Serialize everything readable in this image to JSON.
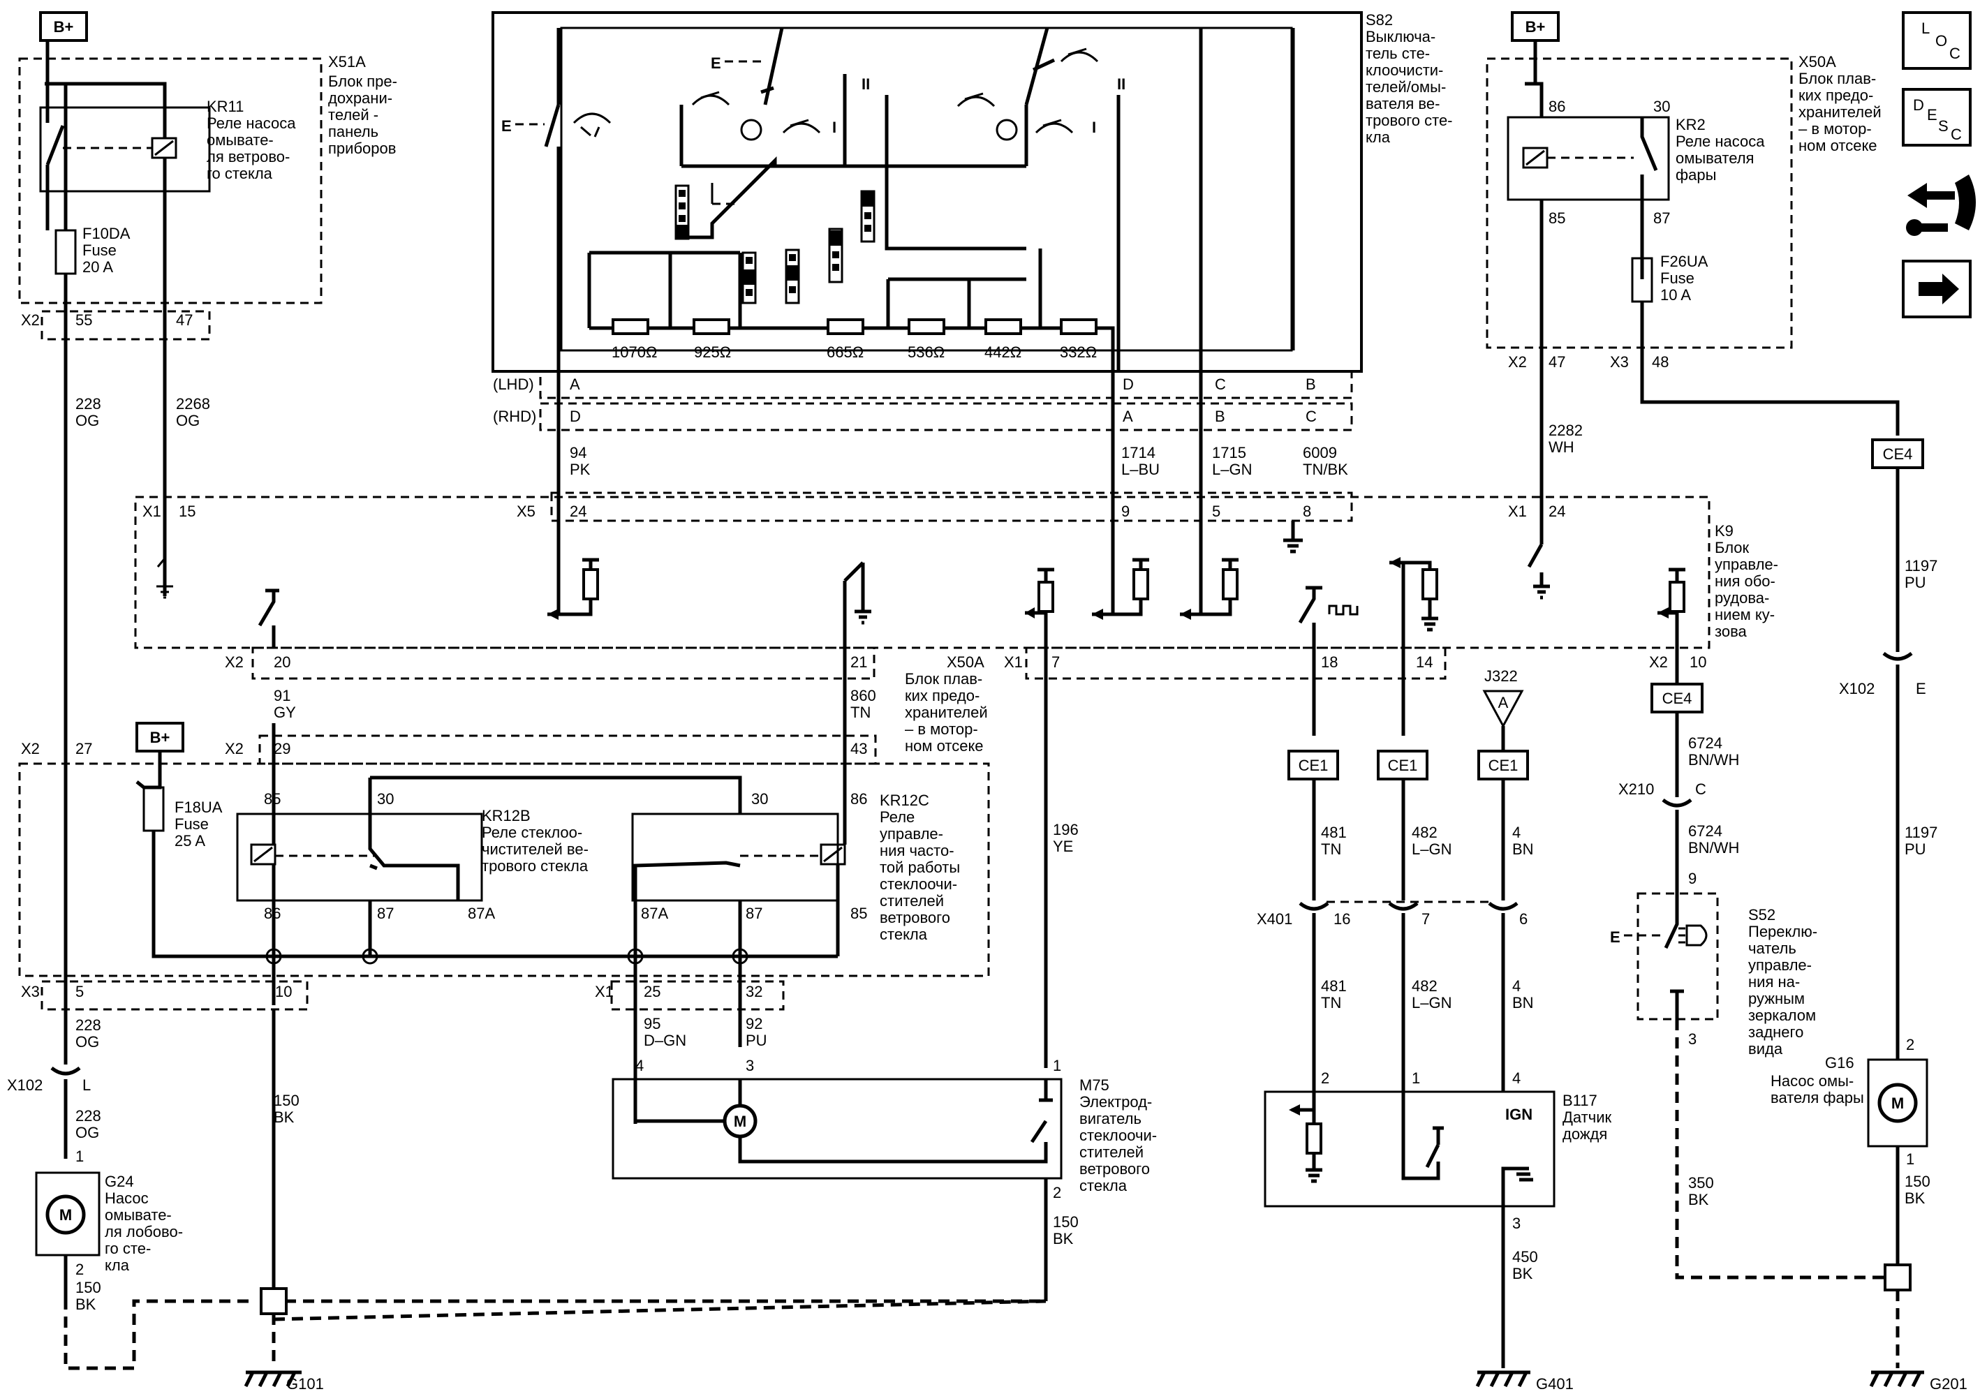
{
  "supply": {
    "bplus": "B+"
  },
  "side_icons": {
    "loc": {
      "a": "L",
      "b": "O",
      "c": "C"
    },
    "desc": {
      "a": "D",
      "b": "E",
      "c": "S",
      "d": "C"
    }
  },
  "switch_s82": {
    "title": "S82",
    "desc": [
      "Выключа-",
      "тель сте-",
      "клоочисти-",
      "телей/омы-",
      "вателя ве-",
      "трового сте-",
      "кла"
    ],
    "pos_e": "E",
    "pos_ii": "II",
    "pos_i": "I",
    "resistors": [
      "1070Ω",
      "925Ω",
      "665Ω",
      "536Ω",
      "442Ω",
      "332Ω"
    ],
    "lhd": "(LHD)",
    "rhd": "(RHD)",
    "lhd_pins": [
      "A",
      "D",
      "C",
      "B"
    ],
    "rhd_pins": [
      "D",
      "A",
      "B",
      "C"
    ]
  },
  "fuse_block_x51a": {
    "name": "X51A",
    "desc": [
      "Блок пре-",
      "дохрани-",
      "телей -",
      "панель",
      "приборов"
    ],
    "relay": "KR11",
    "relay_desc": [
      "Реле насоса",
      "омывате-",
      "ля ветрово-",
      "го стекла"
    ],
    "fuse": [
      "F10DA",
      "Fuse",
      "20 A"
    ],
    "conn": "X2",
    "pins": [
      "55",
      "47"
    ]
  },
  "fuse_block_x50a_right": {
    "name": "X50A",
    "desc": [
      "Блок плав-",
      "ких предо-",
      "хранителей",
      "– в мотор-",
      "ном отсеке"
    ],
    "relay": "KR2",
    "relay_desc": [
      "Реле насоса",
      "омывателя",
      "фары"
    ],
    "relay_pins": [
      "86",
      "30",
      "85",
      "87"
    ],
    "fuse": [
      "F26UA",
      "Fuse",
      "10 A"
    ],
    "conn_a": "X2",
    "pin_a": "47",
    "conn_b": "X3",
    "pin_b": "48"
  },
  "fuse_block_x50a_bottom": {
    "name": "X50A",
    "desc": [
      "Блок плав-",
      "ких предо-",
      "хранителей",
      "– в мотор-",
      "ном отсеке"
    ],
    "fuse": [
      "F18UA",
      "Fuse",
      "25 A"
    ],
    "relay_b": "KR12B",
    "relay_b_desc": [
      "Реле стеклоо-",
      "чистителей ве-",
      "трового стекла"
    ],
    "relay_c": "KR12C",
    "relay_c_desc": [
      "Реле",
      "управле-",
      "ния часто-",
      "той работы",
      "стеклоочи-",
      "стителей",
      "ветрового",
      "стекла"
    ],
    "relay_b_pins": [
      "85",
      "30",
      "86",
      "87",
      "87A"
    ],
    "relay_c_pins": [
      "30",
      "86",
      "87A",
      "87",
      "85"
    ],
    "top_conn": "X2",
    "top_pins": [
      "29",
      "43"
    ],
    "left_conn": "X2",
    "left_pin": "27",
    "bot_conn_a": "X3",
    "bot_pins_a": [
      "5",
      "10"
    ],
    "bot_conn_b": "X1",
    "bot_pins_b": [
      "25",
      "32"
    ]
  },
  "bcm_k9": {
    "name": "K9",
    "desc": [
      "Блок",
      "управле-",
      "ния обо-",
      "рудова-",
      "нием ку-",
      "зова"
    ],
    "top_conns": {
      "x1a": "X1",
      "x1a_pin": "15",
      "x5": "X5",
      "x5_pins": [
        "24",
        "9",
        "5",
        "8"
      ],
      "x1b": "X1",
      "x1b_pin": "24"
    },
    "bottom": {
      "x2a": "X2",
      "x2a_pins": [
        "20",
        "21"
      ],
      "x1": "X1",
      "x1_pin": "7",
      "x1_pins": [
        "18",
        "14"
      ],
      "x2b": "X2",
      "x2b_pin": "10"
    }
  },
  "wires": {
    "w228_top": [
      "228",
      "OG"
    ],
    "w2268": [
      "2268",
      "OG"
    ],
    "w94": [
      "94",
      "PK"
    ],
    "w1714": [
      "1714",
      "L–BU"
    ],
    "w1715": [
      "1715",
      "L–GN"
    ],
    "w6009": [
      "6009",
      "TN/BK"
    ],
    "w2282": [
      "2282",
      "WH"
    ],
    "w1197a": [
      "1197",
      "PU"
    ],
    "w91": [
      "91",
      "GY"
    ],
    "w860": [
      "860",
      "TN"
    ],
    "w196": [
      "196",
      "YE"
    ],
    "w481a": [
      "481",
      "TN"
    ],
    "w482a": [
      "482",
      "L–GN"
    ],
    "w4a": [
      "4",
      "BN"
    ],
    "w6724a": [
      "6724",
      "BN/WH"
    ],
    "w6724b": [
      "6724",
      "BN/WH"
    ],
    "w1197b": [
      "1197",
      "PU"
    ],
    "w228_mid": [
      "228",
      "OG"
    ],
    "w228_low": [
      "228",
      "OG"
    ],
    "w95": [
      "95",
      "D–GN"
    ],
    "w92": [
      "92",
      "PU"
    ],
    "w150a": [
      "150",
      "BK"
    ],
    "w150b": [
      "150",
      "BK"
    ],
    "w150c": [
      "150",
      "BK"
    ],
    "w150d": [
      "150",
      "BK"
    ],
    "w481b": [
      "481",
      "TN"
    ],
    "w482b": [
      "482",
      "L–GN"
    ],
    "w4b": [
      "4",
      "BN"
    ],
    "w350": [
      "350",
      "BK"
    ],
    "w450": [
      "450",
      "BK"
    ]
  },
  "connectors": {
    "ce4_top": "CE4",
    "ce4_mid": "CE4",
    "ce1": [
      "CE1",
      "CE1",
      "CE1"
    ],
    "j322": "J322",
    "j322_letter": "A",
    "x102_right": "X102",
    "x102_right_pin": "E",
    "x210": "X210",
    "x210_pin": "C",
    "x401": "X401",
    "x401_pins": [
      "16",
      "7",
      "6"
    ],
    "x102_left": "X102",
    "x102_left_pin": "L"
  },
  "components": {
    "m75": "M75",
    "m75_desc": [
      "Электрод-",
      "вигатель",
      "стеклоочи-",
      "стителей",
      "ветрового",
      "стекла"
    ],
    "m75_pins": [
      "4",
      "3",
      "1",
      "2"
    ],
    "g24": "G24",
    "g24_desc": [
      "Насос",
      "омывате-",
      "ля лобово-",
      "го сте-",
      "кла"
    ],
    "g24_pins": [
      "1",
      "2"
    ],
    "b117": "B117",
    "b117_desc": [
      "Датчик",
      "дождя"
    ],
    "b117_ign": "IGN",
    "b117_pins": [
      "2",
      "1",
      "4",
      "3"
    ],
    "s52": "S52",
    "s52_desc": [
      "Переклю-",
      "чатель",
      "управле-",
      "ния на-",
      "ружным",
      "зеркалом",
      "заднего",
      "вида"
    ],
    "s52_pins": [
      "9",
      "3"
    ],
    "s52_e": "E",
    "g16": "G16",
    "g16_desc": [
      "Насос омы-",
      "вателя фары"
    ],
    "g16_pins": [
      "2",
      "1"
    ],
    "motor_m": "M"
  },
  "grounds": [
    "G101",
    "G401",
    "G201"
  ]
}
